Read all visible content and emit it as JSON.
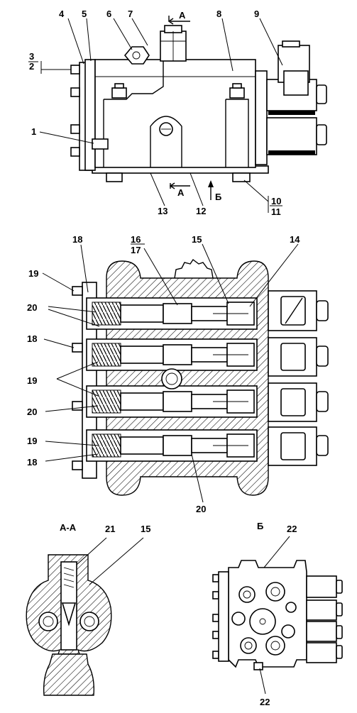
{
  "labels": {
    "top": [
      "1",
      "2",
      "3",
      "4",
      "5",
      "6",
      "7",
      "8",
      "9",
      "10",
      "11",
      "12",
      "13"
    ],
    "middle": [
      "14",
      "15",
      "16",
      "17",
      "18",
      "18",
      "19",
      "19",
      "19",
      "20",
      "20",
      "20"
    ],
    "bottom": [
      "15",
      "21",
      "22",
      "22"
    ]
  },
  "views": {
    "section_aa": "А-А",
    "view_b": "Б",
    "cut_a_top": "А",
    "cut_a_bottom": "А",
    "arrow_b": "Б"
  }
}
